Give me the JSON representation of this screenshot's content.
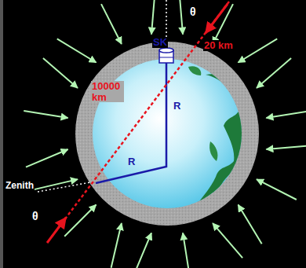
{
  "diagram": {
    "labels": [
      "SK",
      "20 km",
      "10000 km",
      "R",
      "R",
      "Zenith",
      "θ",
      "θ"
    ]
  }
}
